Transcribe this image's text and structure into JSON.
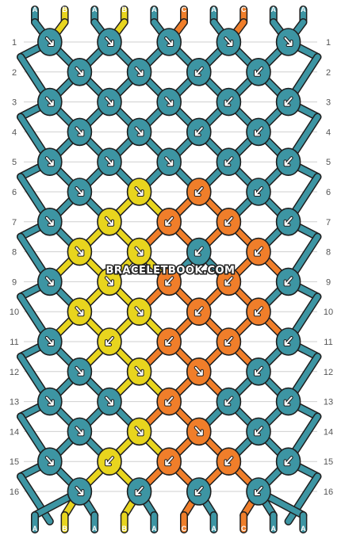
{
  "watermark": "BRACELETBOOK.COM",
  "colors": {
    "A": "#3d95a3",
    "B": "#e8d51e",
    "C": "#f07e2a",
    "outline": "#1f1f1f",
    "arrow": "#ffffff",
    "gridline": "#cfcfcf",
    "row_label": "#555555"
  },
  "threads_top": [
    "A",
    "B",
    "A",
    "B",
    "A",
    "C",
    "A",
    "C",
    "A",
    "A"
  ],
  "threads_bottom": [
    "A",
    "B",
    "A",
    "B",
    "A",
    "C",
    "A",
    "C",
    "A",
    "A"
  ],
  "row_labels": [
    "1",
    "2",
    "3",
    "4",
    "5",
    "6",
    "7",
    "8",
    "9",
    "10",
    "11",
    "12",
    "13",
    "14",
    "15",
    "16"
  ],
  "knots": [
    [
      "A",
      "A",
      "A",
      "A",
      "A"
    ],
    [
      "A",
      "A",
      "A",
      "A"
    ],
    [
      "A",
      "A",
      "A",
      "A",
      "A"
    ],
    [
      "A",
      "A",
      "A",
      "A"
    ],
    [
      "A",
      "A",
      "A",
      "A",
      "A"
    ],
    [
      "A",
      "B",
      "C",
      "A"
    ],
    [
      "A",
      "B",
      "C",
      "C",
      "A"
    ],
    [
      "B",
      "B",
      "A",
      "C"
    ],
    [
      "A",
      "B",
      "C",
      "C",
      "A"
    ],
    [
      "B",
      "B",
      "C",
      "C"
    ],
    [
      "A",
      "B",
      "C",
      "C",
      "A"
    ],
    [
      "A",
      "B",
      "C",
      "A"
    ],
    [
      "A",
      "A",
      "C",
      "A",
      "A"
    ],
    [
      "A",
      "B",
      "C",
      "A"
    ],
    [
      "A",
      "B",
      "C",
      "C",
      "A"
    ],
    [
      "A",
      "A",
      "A",
      "A"
    ]
  ],
  "knot_types": [
    [
      "f",
      "f",
      "f",
      "f",
      "f"
    ],
    [
      "f",
      "f",
      "b",
      "b"
    ],
    [
      "f",
      "f",
      "f",
      "b",
      "b"
    ],
    [
      "f",
      "f",
      "b",
      "b"
    ],
    [
      "f",
      "f",
      "f",
      "b",
      "b"
    ],
    [
      "f",
      "f",
      "b",
      "b"
    ],
    [
      "f",
      "f",
      "b",
      "b",
      "b"
    ],
    [
      "f",
      "f",
      "b",
      "b"
    ],
    [
      "f",
      "f",
      "b",
      "b",
      "b"
    ],
    [
      "f",
      "f",
      "b",
      "b"
    ],
    [
      "f",
      "b",
      "b",
      "b",
      "b"
    ],
    [
      "f",
      "f",
      "f",
      "b"
    ],
    [
      "f",
      "f",
      "b",
      "b",
      "b"
    ],
    [
      "f",
      "f",
      "f",
      "b"
    ],
    [
      "f",
      "b",
      "b",
      "b",
      "b"
    ],
    [
      "f",
      "b",
      "b",
      "b"
    ]
  ]
}
